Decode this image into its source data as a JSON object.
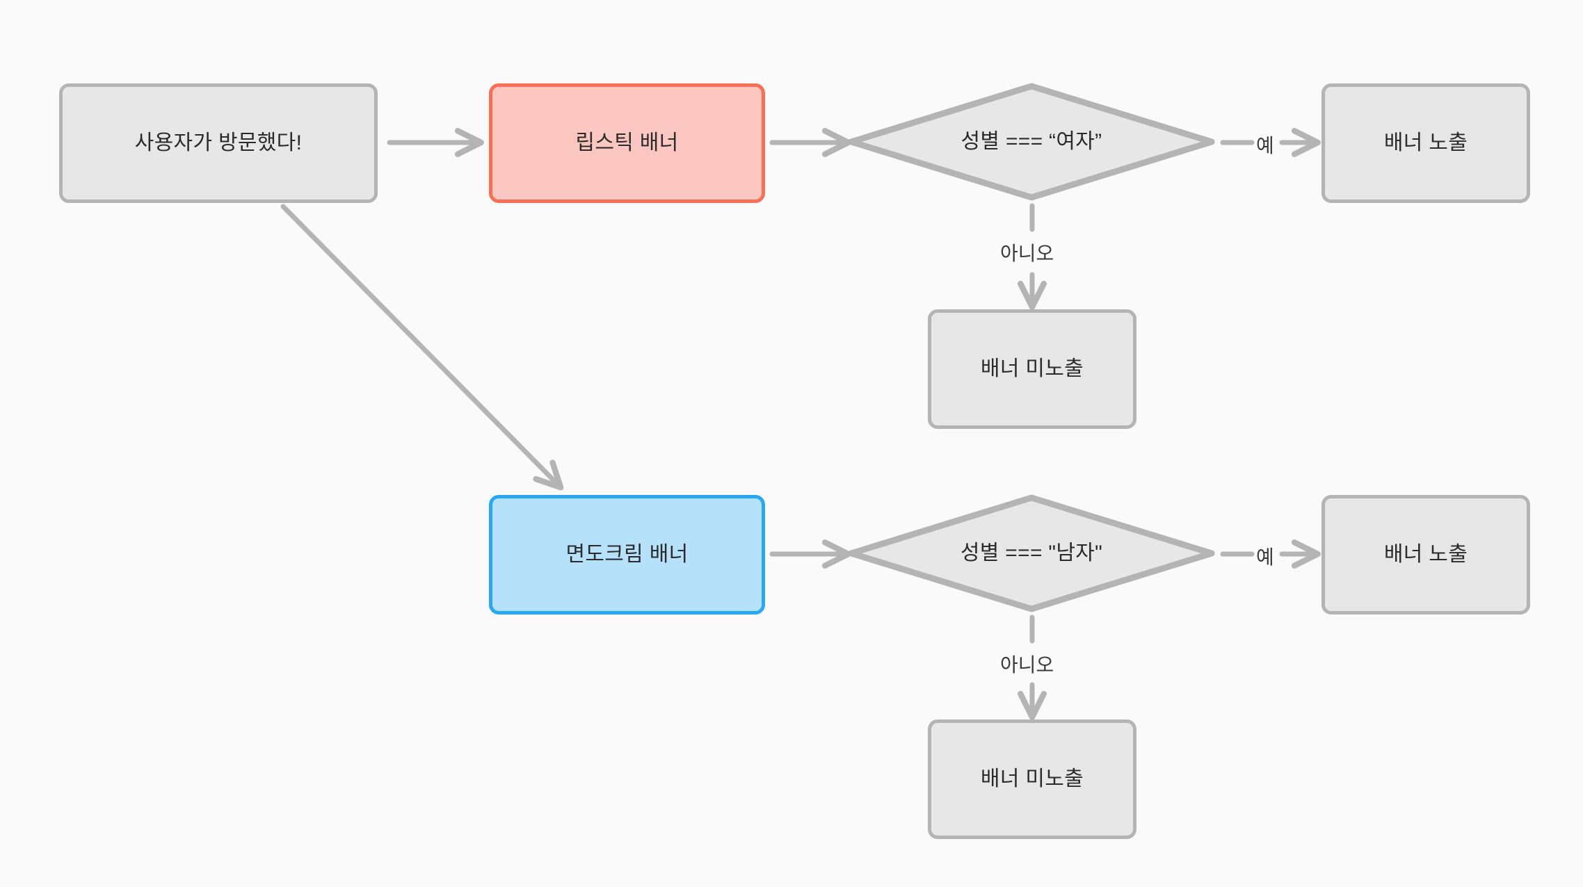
{
  "diagram": {
    "type": "flowchart",
    "background_color": "#FAFAFA",
    "nodes": [
      {
        "id": "visit",
        "label": "사용자가 방문했다!",
        "shape": "rounded-rect",
        "fill": "#E7E7E7",
        "stroke": "#B4B4B4"
      },
      {
        "id": "lipstick",
        "label": "립스틱 배너",
        "shape": "rounded-rect",
        "fill": "#FBC7C0",
        "stroke": "#FB6E56"
      },
      {
        "id": "cond-female",
        "label": "성별 === “여자”",
        "shape": "diamond",
        "fill": "#E7E7E7",
        "stroke": "#B4B4B4"
      },
      {
        "id": "show-top",
        "label": "배너 노출",
        "shape": "rounded-rect",
        "fill": "#E7E7E7",
        "stroke": "#B4B4B4"
      },
      {
        "id": "hide-top",
        "label": "배너 미노출",
        "shape": "rounded-rect",
        "fill": "#E7E7E7",
        "stroke": "#B4B4B4"
      },
      {
        "id": "shavecream",
        "label": "면도크림 배너",
        "shape": "rounded-rect",
        "fill": "#B5E1FB",
        "stroke": "#26A8F4"
      },
      {
        "id": "cond-male",
        "label": "성별 === \"남자\"",
        "shape": "diamond",
        "fill": "#E7E7E7",
        "stroke": "#B4B4B4"
      },
      {
        "id": "show-bottom",
        "label": "배너 노출",
        "shape": "rounded-rect",
        "fill": "#E7E7E7",
        "stroke": "#B4B4B4"
      },
      {
        "id": "hide-bottom",
        "label": "배너 미노출",
        "shape": "rounded-rect",
        "fill": "#E7E7E7",
        "stroke": "#B4B4B4"
      }
    ],
    "edge_labels": {
      "yes_top": "예",
      "no_top": "아니오",
      "yes_bottom": "예",
      "no_bottom": "아니오"
    },
    "edge_color": "#B4B4B4"
  }
}
